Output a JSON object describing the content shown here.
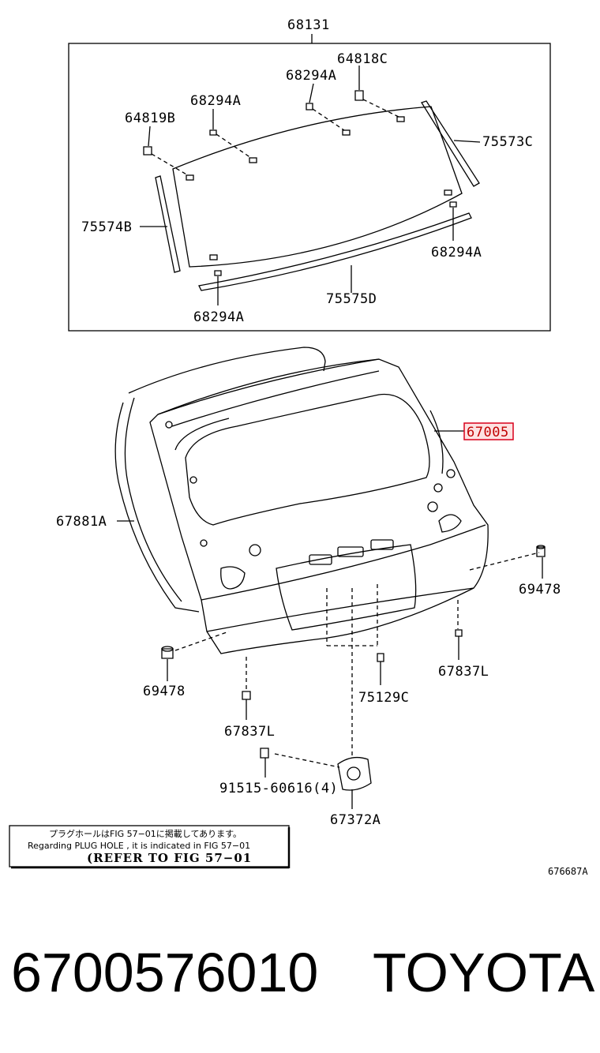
{
  "diagram": {
    "callouts": {
      "glass": "68131",
      "fastener_top_right": "64818C",
      "fastener_top_mid": "68294A",
      "fastener_top_left": "68294A",
      "fastener_left": "64819B",
      "molding_right": "75573C",
      "molding_left": "75574B",
      "fastener_right_low": "68294A",
      "molding_bottom": "75575D",
      "fastener_bottom": "68294A",
      "back_door_panel": "67005",
      "weatherstrip": "67881A",
      "cushion_right": "69478",
      "cushion_left": "69478",
      "clip_right": "67837L",
      "clip_left": "67837L",
      "garnish_clip": "75129C",
      "bolt": "91515-60616(4)",
      "lock": "67372A"
    },
    "highlighted_callout": "back_door_panel",
    "highlight_color": "#d9001b",
    "note": {
      "line1": "プラグホールはFIG 57−01に掲載してあります。",
      "line2": "Regarding  PLUG  HOLE , it is indicated in FIG  57−01",
      "line3": "(REFER TO FIG 57−01"
    },
    "figure_id": "676687A"
  },
  "footer": {
    "part_number": "6700576010",
    "brand": "TOYOTA"
  }
}
